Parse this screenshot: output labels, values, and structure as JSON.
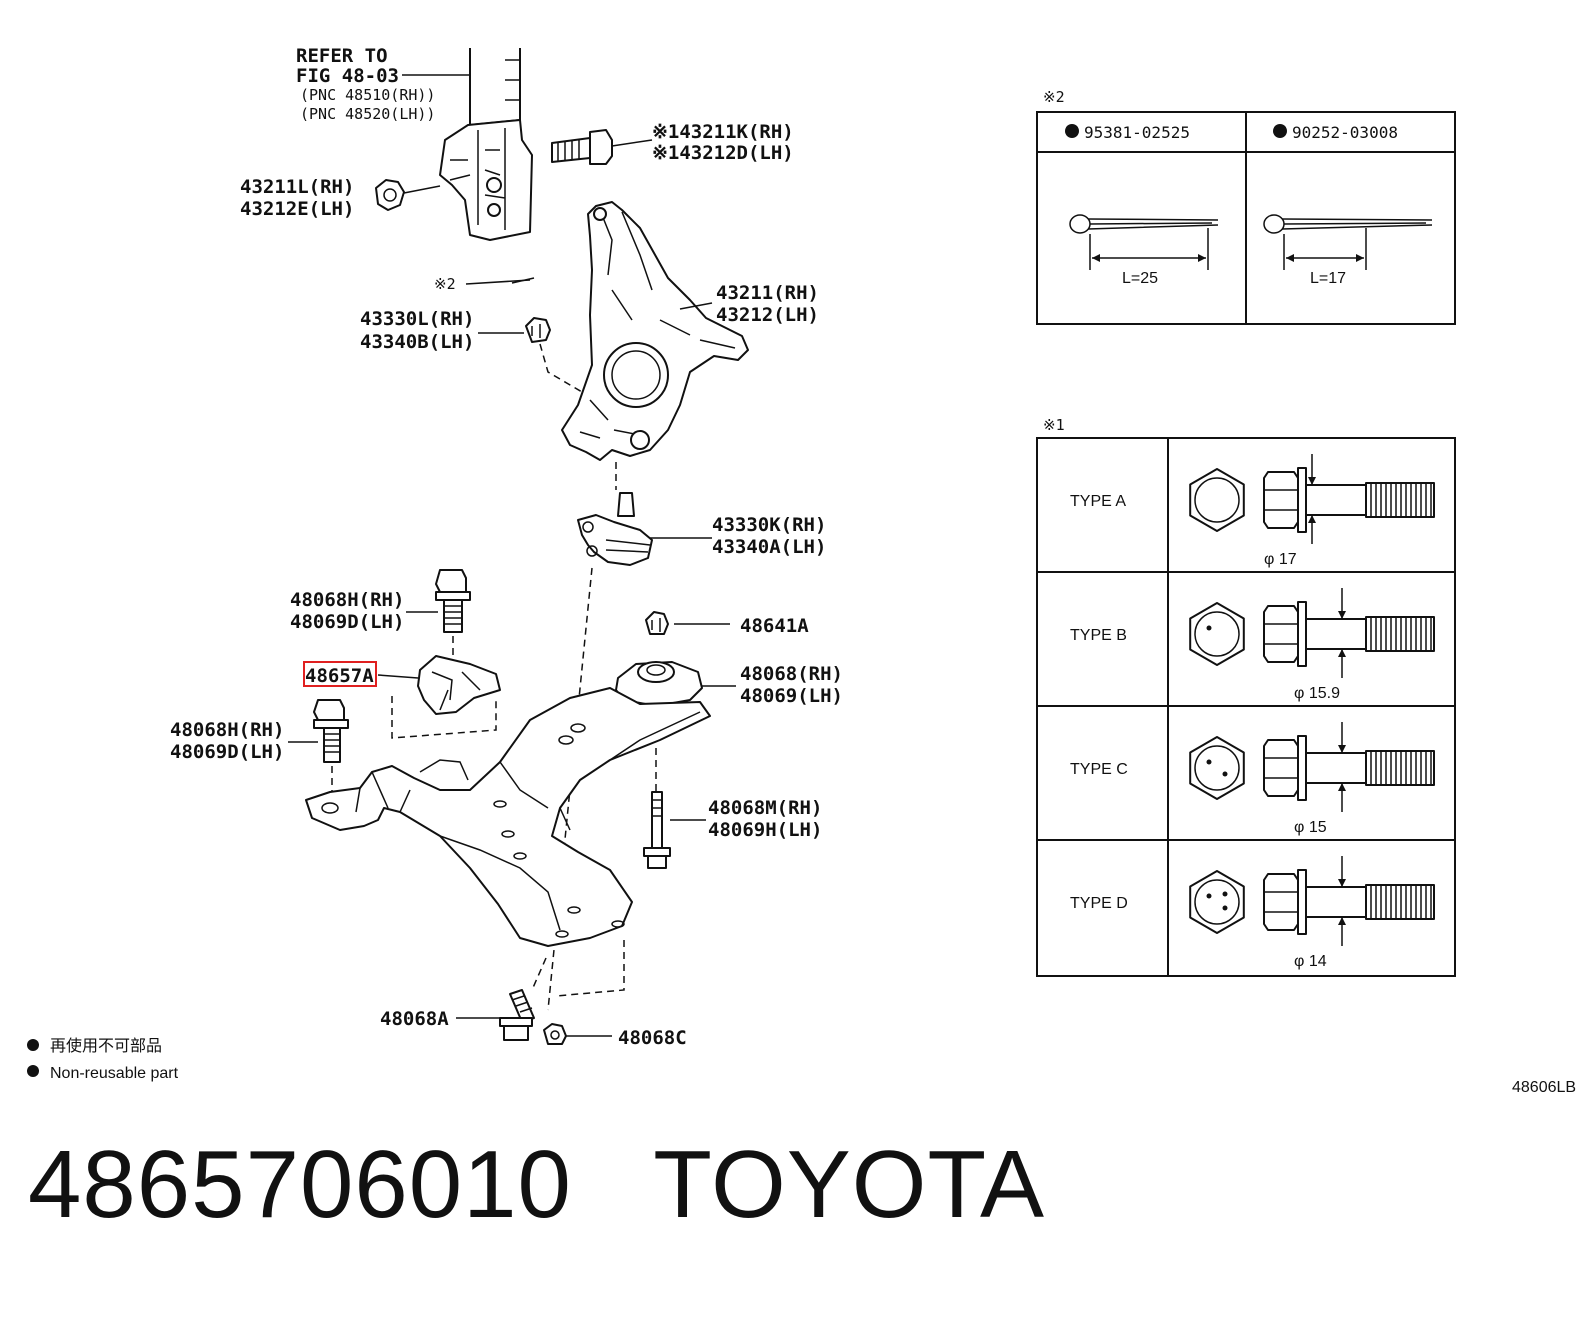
{
  "header_note": {
    "line1": "REFER TO",
    "line2": "FIG 48-03",
    "line3": "(PNC 48510(RH))",
    "line4": "(PNC 48520(LH))"
  },
  "callouts": {
    "c43211K": "※143211K(RH)",
    "c43212D": "※143212D(LH)",
    "c43211L": "43211L(RH)",
    "c43212E": "43212E(LH)",
    "cnote2": "※2",
    "c43211": "43211(RH)",
    "c43212": "43212(LH)",
    "c43330L": "43330L(RH)",
    "c43340B": "43340B(LH)",
    "c43330K": "43330K(RH)",
    "c43340A": "43340A(LH)",
    "c48068H_a": "48068H(RH)",
    "c48069D_a": "48069D(LH)",
    "c48641A": "48641A",
    "c48657A": "48657A",
    "c48068": "48068(RH)",
    "c48069": "48069(LH)",
    "c48068H_b": "48068H(RH)",
    "c48069D_b": "48069D(LH)",
    "c48068M": "48068M(RH)",
    "c48069H": "48069H(LH)",
    "c48068A": "48068A",
    "c48068C": "48068C"
  },
  "highlight_color": "#e02020",
  "legend": {
    "cn": "再使用不可部品",
    "en": "Non-reusable part"
  },
  "figure_code": "48606LB",
  "table2": {
    "title": "※2",
    "col1_part": "95381-02525",
    "col2_part": "90252-03008",
    "col1_len": "L=25",
    "col2_len": "L=17"
  },
  "table1": {
    "title": "※1",
    "rows": [
      {
        "type": "TYPE A",
        "dia": "φ 17"
      },
      {
        "type": "TYPE B",
        "dia": "φ 15.9"
      },
      {
        "type": "TYPE C",
        "dia": "φ 15"
      },
      {
        "type": "TYPE D",
        "dia": "φ 14"
      }
    ]
  },
  "caption": {
    "part_number": "4865706010",
    "brand": "TOYOTA"
  }
}
